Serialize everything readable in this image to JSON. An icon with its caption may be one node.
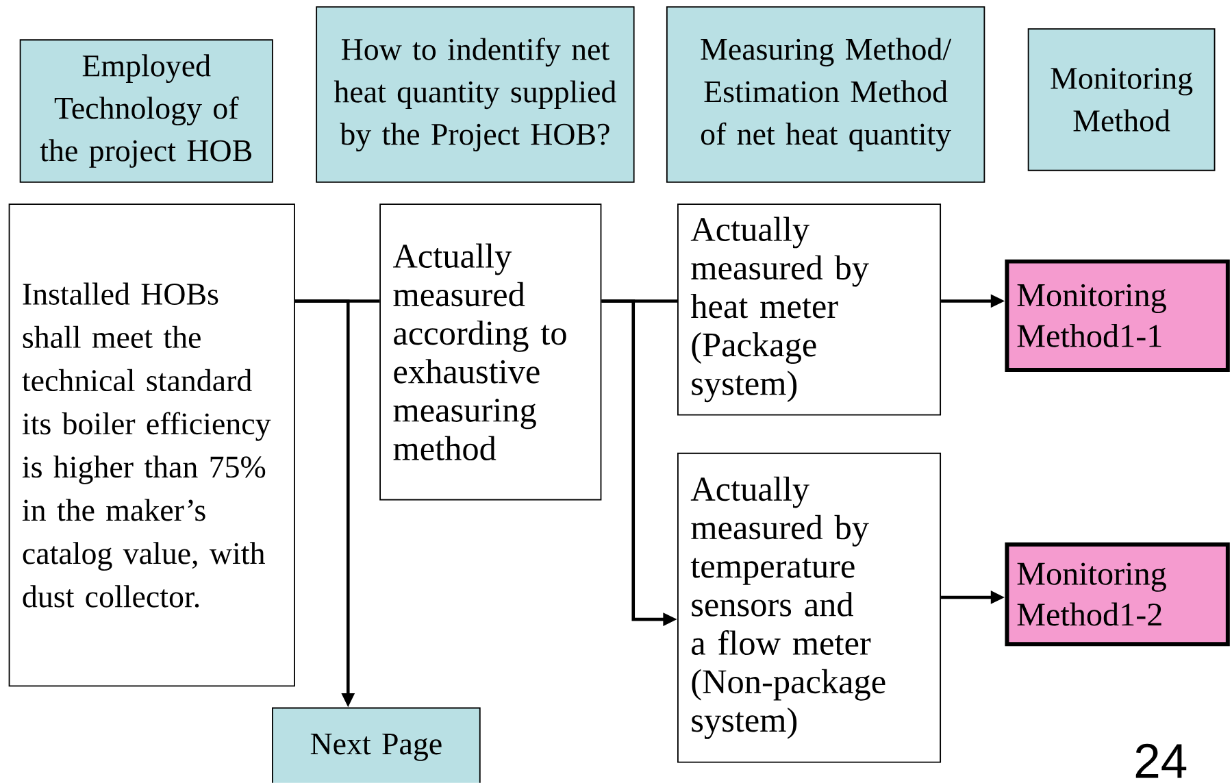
{
  "diagram": {
    "nodes": [
      {
        "text": [
          "Employed Technology of the project HOB"
        ]
      },
      {
        "text": [
          "How to indentify net heat quantity supplied by the Project HOB?"
        ]
      },
      {
        "text": [
          "Measuring Method/ Estimation Method of net heat quantity"
        ]
      },
      {
        "text": [
          "Monitoring Method"
        ]
      },
      {
        "text": [
          "Installed HOBs shall meet the technical standard its boiler efficiency is higher than 75% in the maker’s catalog value, with dust collector."
        ]
      },
      {
        "text": [
          "Actually measured according to exhaustive measuring method"
        ]
      },
      {
        "text": [
          "Actually measured by heat meter (Package system)"
        ]
      },
      {
        "text": [
          "Actually measured by temperature sensors and a flow meter (Non-package system)"
        ]
      },
      {
        "text": [
          "Monitoring Method1-1"
        ]
      },
      {
        "text": [
          "Monitoring Method1-2"
        ]
      },
      {
        "text": [
          "Next Page"
        ]
      }
    ],
    "edges": [
      {
        "from": 4,
        "to": 5,
        "arrow": "none"
      },
      {
        "from": 4,
        "to": 10,
        "arrow": "to"
      },
      {
        "from": 5,
        "to": 6,
        "arrow": "none"
      },
      {
        "from": 5,
        "to": 7,
        "arrow": "to"
      },
      {
        "from": 6,
        "to": 8,
        "arrow": "to"
      },
      {
        "from": 7,
        "to": 9,
        "arrow": "to"
      }
    ],
    "labels": [
      "24"
    ]
  }
}
